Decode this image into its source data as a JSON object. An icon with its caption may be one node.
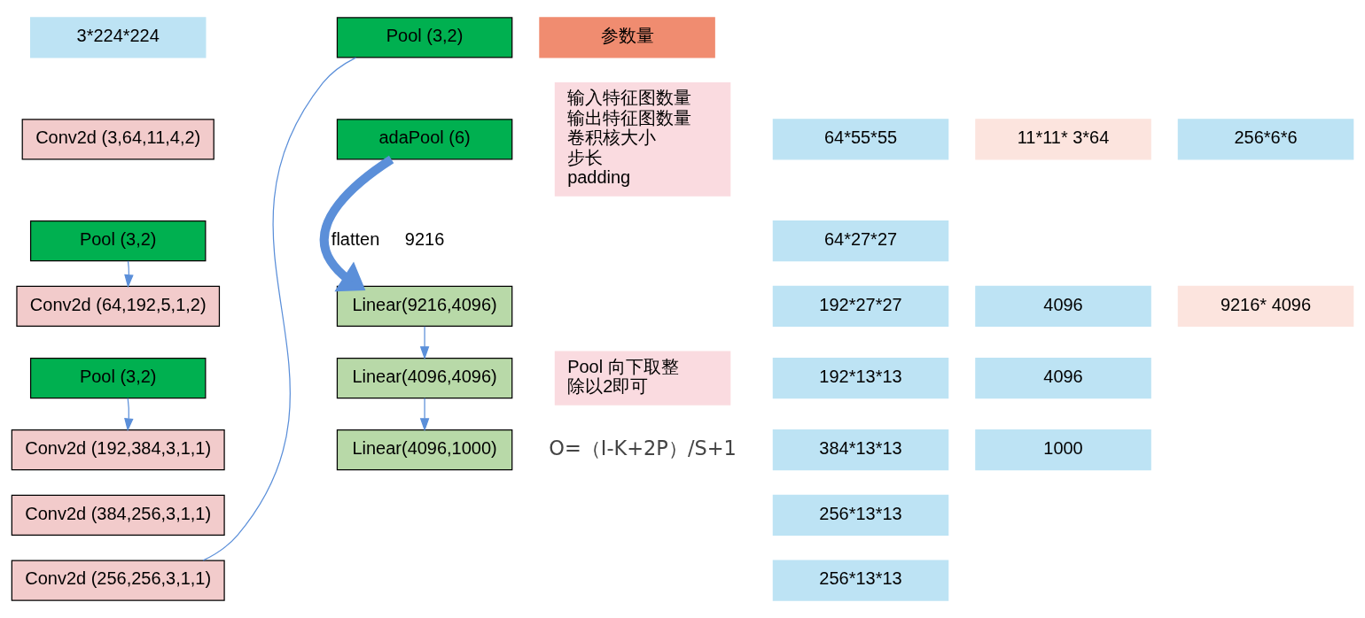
{
  "diagram": {
    "nodes": [
      {
        "text": [
          "3*224*224"
        ]
      },
      {
        "text": [
          "参数量"
        ]
      },
      {
        "text": [
          "输入特征图数量",
          "输出特征图数量",
          "卷积核大小",
          "步长",
          "padding"
        ]
      },
      {
        "text": [
          "Conv2d (3,64,11,4,2)"
        ]
      },
      {
        "text": [
          "64*55*55"
        ]
      },
      {
        "text": [
          "11*11* 3*64"
        ]
      },
      {
        "text": [
          "Pool (3,2)"
        ]
      },
      {
        "text": [
          "64*27*27"
        ]
      },
      {
        "text": [
          "Conv2d (64,192,5,1,2)"
        ]
      },
      {
        "text": [
          "192*27*27"
        ]
      },
      {
        "text": [
          "Pool 向下取整",
          "除以2即可"
        ]
      },
      {
        "text": [
          "Pool (3,2)"
        ]
      },
      {
        "text": [
          "192*13*13"
        ]
      },
      {
        "text": [
          "Conv2d (192,384,3,1,1)"
        ]
      },
      {
        "text": [
          "384*13*13"
        ]
      },
      {
        "text": [
          "Conv2d (384,256,3,1,1)"
        ]
      },
      {
        "text": [
          "256*13*13"
        ]
      },
      {
        "text": [
          "Conv2d (256,256,3,1,1)"
        ]
      },
      {
        "text": [
          "256*13*13"
        ]
      },
      {
        "text": [
          "Pool (3,2)"
        ]
      },
      {
        "text": [
          "adaPool (6)"
        ]
      },
      {
        "text": [
          "256*6*6"
        ]
      },
      {
        "text": [
          "Linear(9216,4096)"
        ]
      },
      {
        "text": [
          "4096"
        ]
      },
      {
        "text": [
          "9216* 4096"
        ]
      },
      {
        "text": [
          "Linear(4096,4096)"
        ]
      },
      {
        "text": [
          "4096"
        ]
      },
      {
        "text": [
          "Linear(4096,1000)"
        ]
      },
      {
        "text": [
          "1000"
        ]
      }
    ],
    "edges": [
      {
        "from": 6,
        "to": 8,
        "arrow": "to"
      },
      {
        "from": 11,
        "to": 13,
        "arrow": "to"
      },
      {
        "from": 17,
        "to": 19,
        "arrow": "none"
      },
      {
        "from": 20,
        "to": 22,
        "arrow": "to",
        "label": "flatten",
        "style": "thick"
      },
      {
        "from": 22,
        "to": 25,
        "arrow": "to"
      },
      {
        "from": 25,
        "to": 27,
        "arrow": "to"
      }
    ],
    "labels": [
      "O=（I-K+2P）/S+1",
      "9216"
    ]
  }
}
